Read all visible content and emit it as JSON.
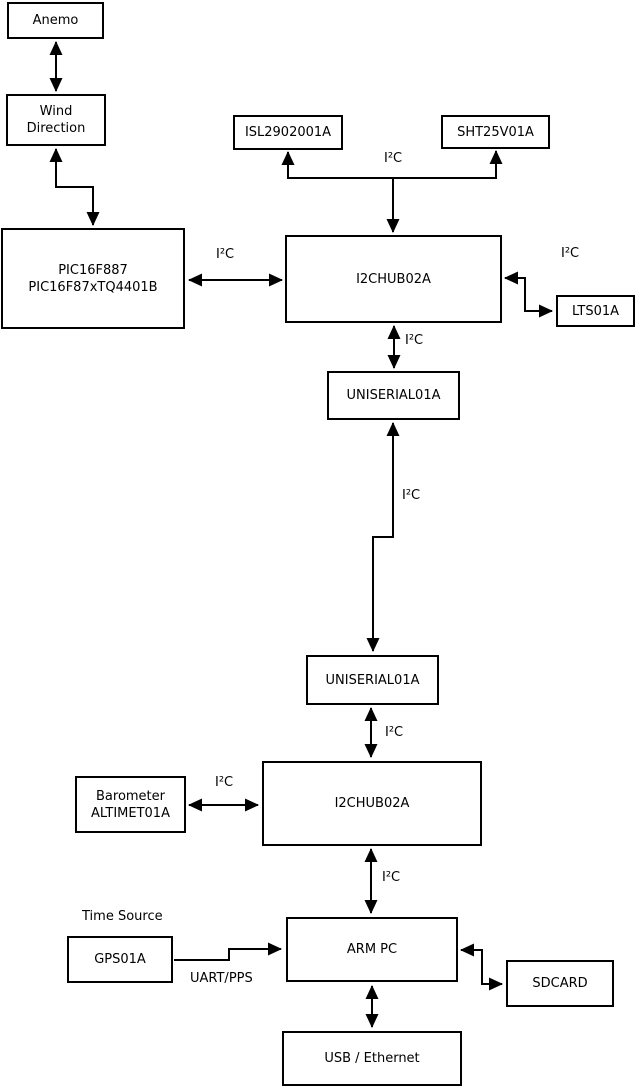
{
  "nodes": {
    "anemo": {
      "label": "Anemo"
    },
    "wind_direction": {
      "lines": [
        "Wind",
        "Direction"
      ]
    },
    "pic": {
      "lines": [
        "PIC16F887",
        "PIC16F87xTQ4401B"
      ]
    },
    "isl": {
      "label": "ISL2902001A"
    },
    "sht": {
      "label": "SHT25V01A"
    },
    "hub1": {
      "label": "I2CHUB02A"
    },
    "lts": {
      "label": "LTS01A"
    },
    "uniserial1": {
      "label": "UNISERIAL01A"
    },
    "uniserial2": {
      "label": "UNISERIAL01A"
    },
    "barometer": {
      "lines": [
        "Barometer",
        "ALTIMET01A"
      ]
    },
    "hub2": {
      "label": "I2CHUB02A"
    },
    "gps": {
      "label": "GPS01A"
    },
    "armpc": {
      "label": "ARM PC"
    },
    "sdcard": {
      "label": "SDCARD"
    },
    "usb_ethernet": {
      "label": "USB / Ethernet"
    }
  },
  "edge_labels": {
    "sensors_bus": "I²C",
    "pic_hub1": "I²C",
    "hub1_lts": "I²C",
    "hub1_uniserial1": "I²C",
    "uniserial_link": "I²C",
    "uniserial2_hub2": "I²C",
    "barometer_hub2": "I²C",
    "hub2_armpc": "I²C",
    "gps_armpc": "UART/PPS"
  },
  "annotations": {
    "time_source": "Time Source"
  },
  "colors": {
    "line": "#000000",
    "box_border": "#000000",
    "box_fill": "#ffffff",
    "background": "#ffffff"
  }
}
